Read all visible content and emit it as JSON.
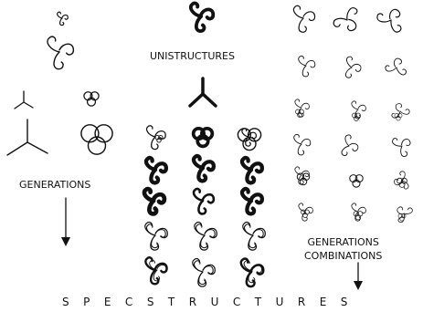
{
  "labels": {
    "generations": "GENERATIONS",
    "unistructures": "UNISTRUCTURES",
    "generations_combinations_line1": "GENERATIONS",
    "generations_combinations_line2": "COMBINATIONS",
    "specstructures": "SPECSTRUCTURES"
  },
  "colors": {
    "ink": "#111111",
    "background": "#ffffff"
  },
  "icons": {
    "swirl": "triple-hook-swirl",
    "tripod": "y-shaped-three-spoke",
    "clover": "three-circle-cluster",
    "arrow": "down-arrow"
  }
}
